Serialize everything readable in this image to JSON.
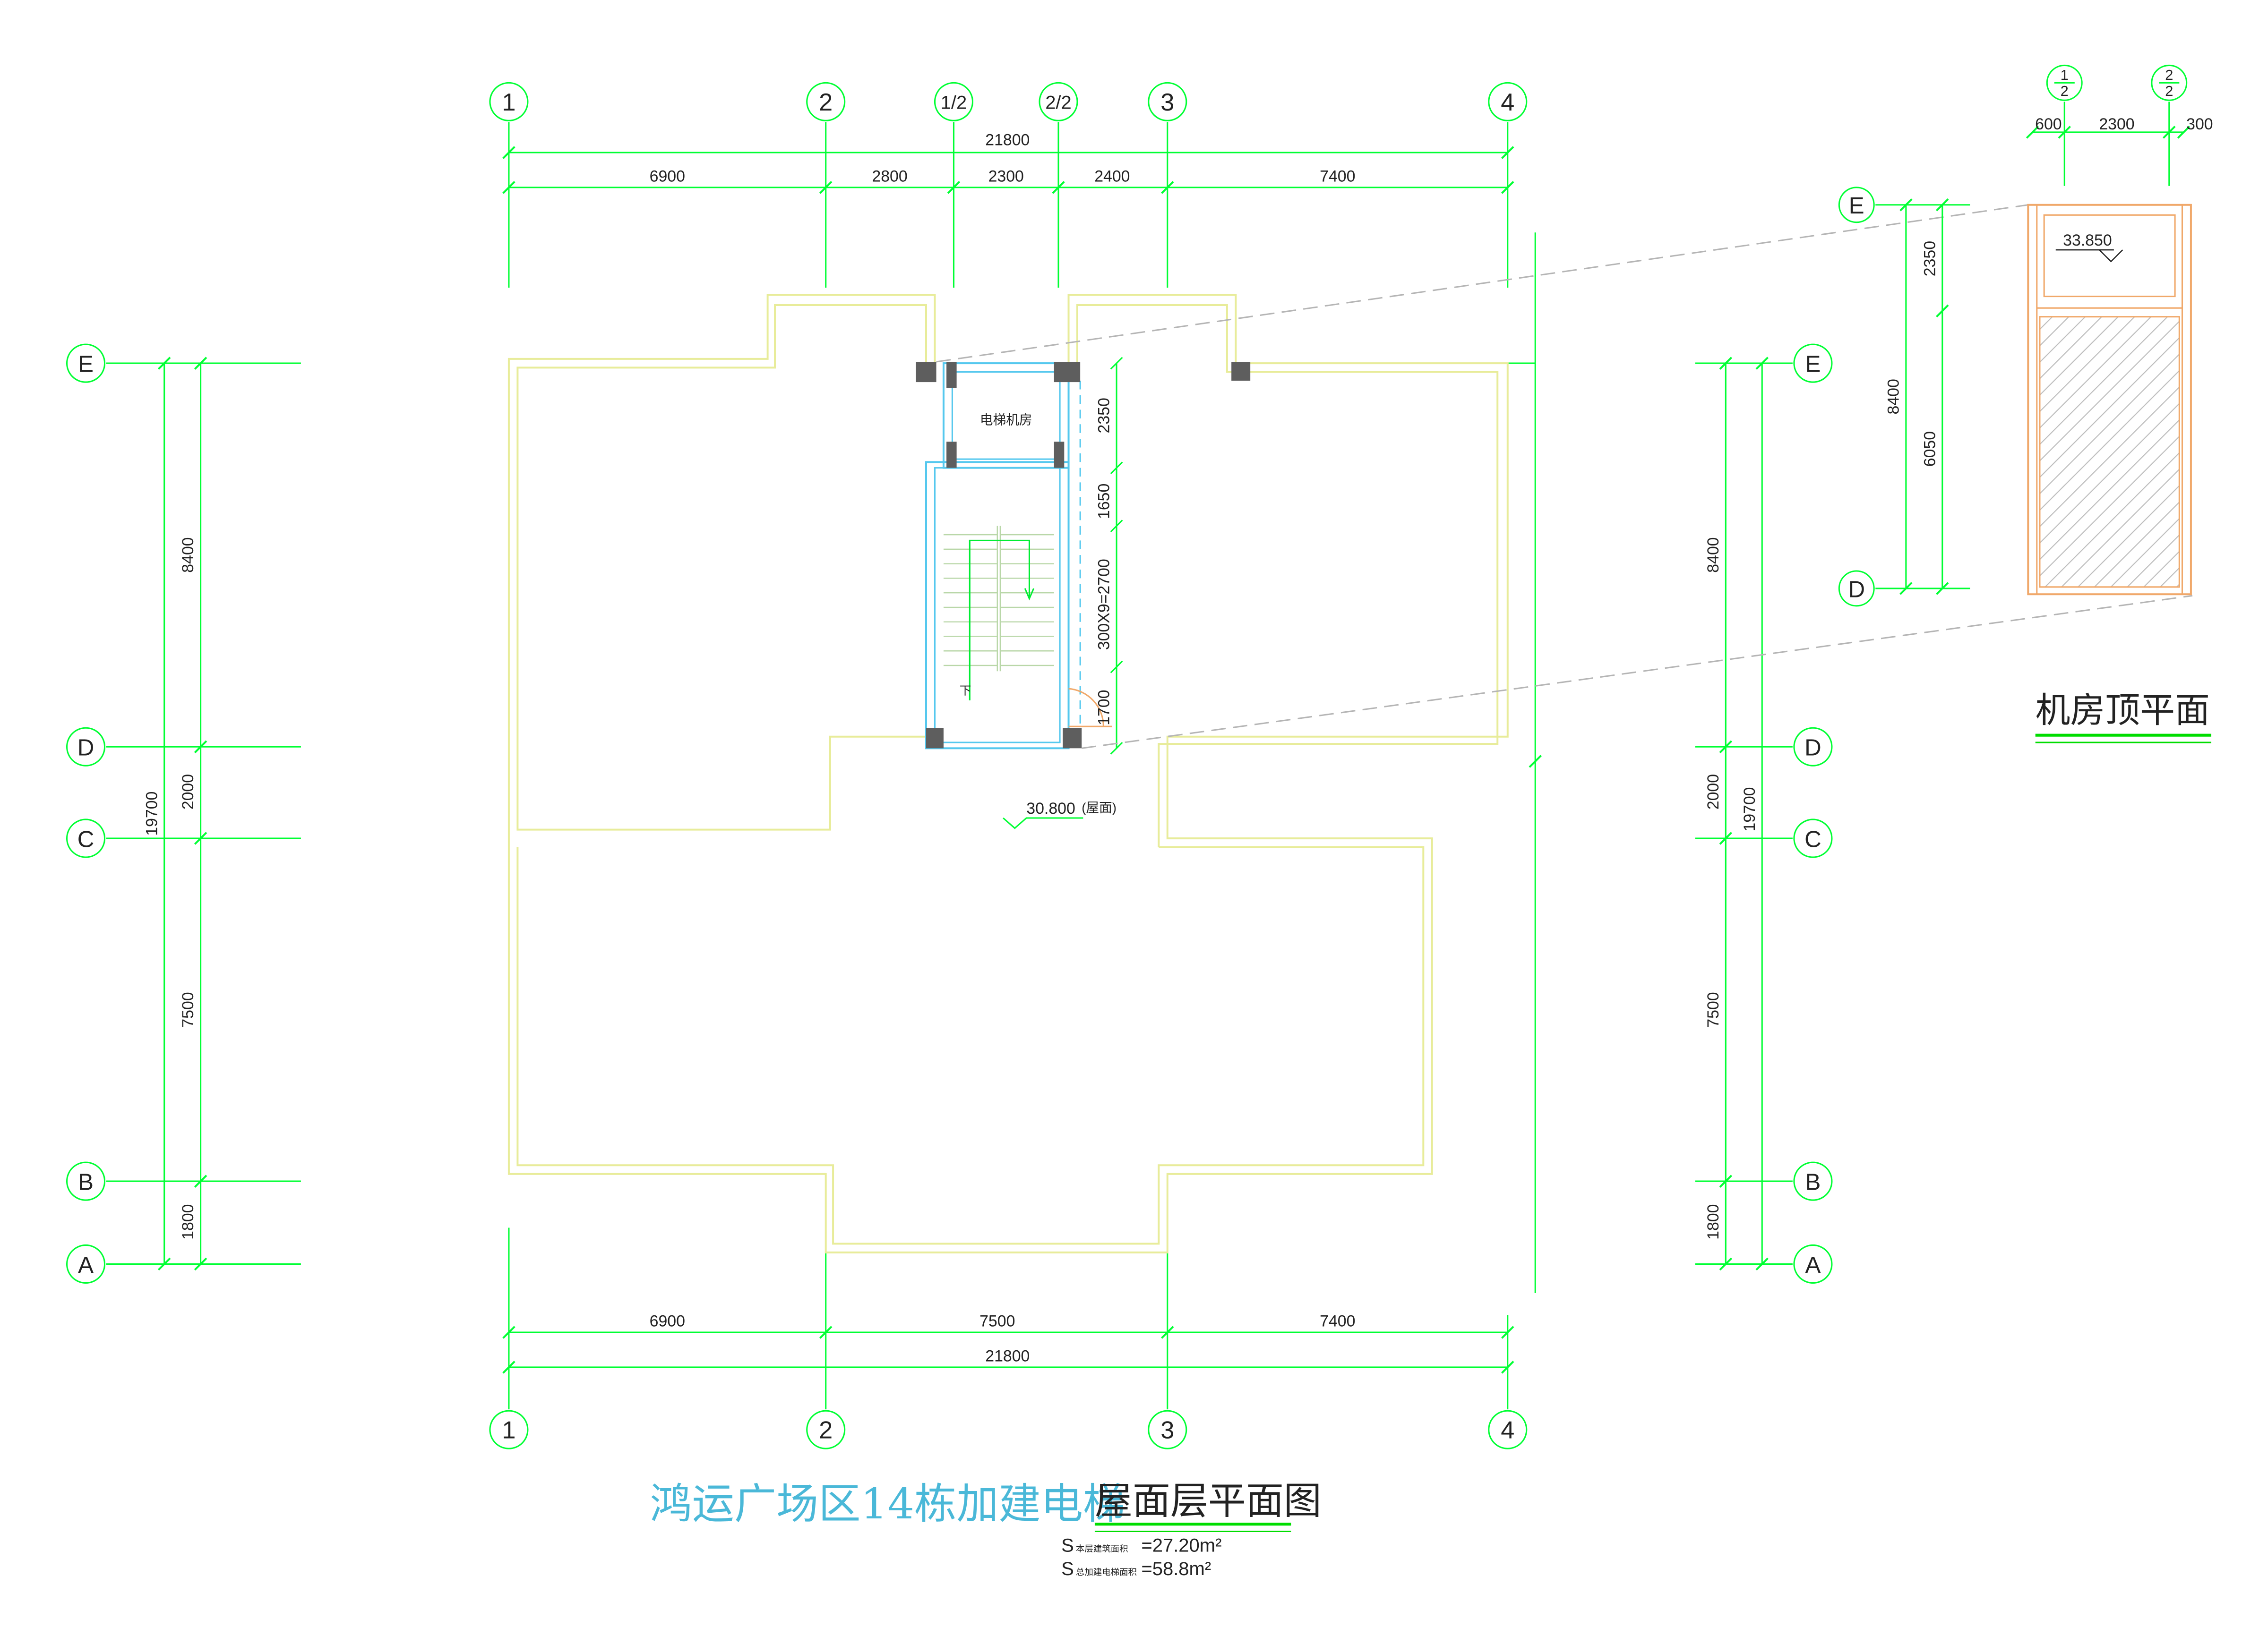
{
  "colors": {
    "grid": "#00ff33",
    "wall": "#e8ec9a",
    "cyan": "#55c8ee",
    "title": "#4ab8d8",
    "orange": "#f0a86a",
    "column": "#5e5e5e",
    "dash": "#b5b5b5",
    "black": "#222222",
    "underline": "#00dd00"
  },
  "axes": {
    "top": [
      "1",
      "2",
      "1/2",
      "2/2",
      "3",
      "4"
    ],
    "bottom": [
      "1",
      "2",
      "3",
      "4"
    ],
    "left": [
      "E",
      "D",
      "C",
      "B",
      "A"
    ],
    "right": [
      "E",
      "D",
      "C",
      "B",
      "A"
    ],
    "detail_top_num": [
      "1",
      "2"
    ],
    "detail_top_den": [
      "2",
      "2"
    ],
    "detail_side": [
      "E",
      "D"
    ]
  },
  "dimensions": {
    "top_total": "21800",
    "top_segments": [
      "6900",
      "2800",
      "2300",
      "2400",
      "7400"
    ],
    "bottom_segments": [
      "6900",
      "7500",
      "7400"
    ],
    "bottom_total": "21800",
    "left_segments": [
      "8400",
      "2000",
      "7500",
      "1800"
    ],
    "left_total": "19700",
    "right_segments": [
      "8400",
      "2000",
      "7500",
      "1800"
    ],
    "right_total": "19700",
    "shaft_segments": [
      "2350",
      "1650",
      "300X9=2700",
      "1700"
    ],
    "detail_top": [
      "600",
      "2300",
      "300"
    ],
    "detail_side": [
      "2350",
      "6050"
    ],
    "detail_side_total": "8400"
  },
  "labels": {
    "machine_room": "电梯机房",
    "stair_down": "下",
    "roof_level": "30.800",
    "roof_level_note": "(屋面)",
    "detail_level": "33.850",
    "detail_title": "机房顶平面",
    "main_title_a": "鸿运广场区14栋加建电梯",
    "main_title_b": "屋面层平面图",
    "area1_prefix": "S",
    "area1_sub": "本层建筑面积",
    "area1_value": "=27.20m²",
    "area2_prefix": "S",
    "area2_sub": "总加建电梯面积",
    "area2_value": "=58.8m²"
  }
}
